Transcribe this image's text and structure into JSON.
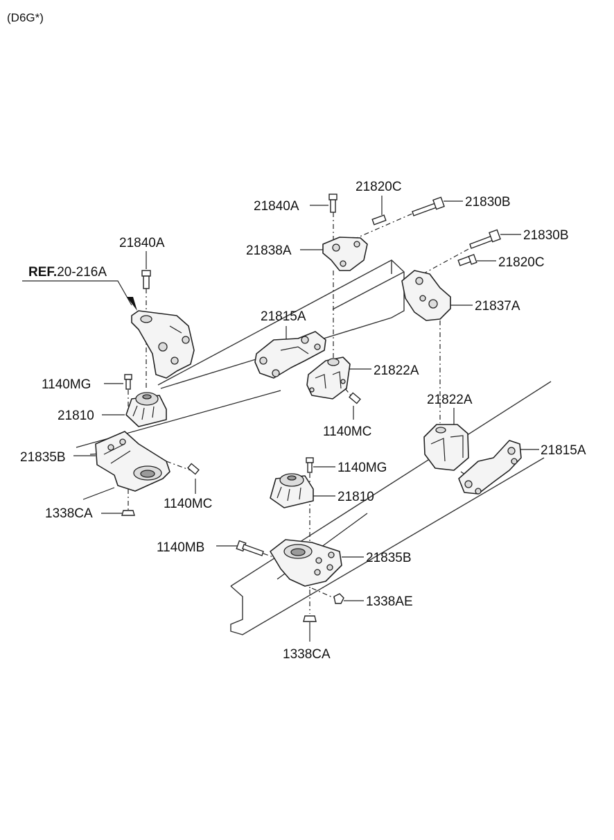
{
  "header": {
    "code": "(D6G*)"
  },
  "ref": {
    "prefix": "REF.",
    "number": "20-216A"
  },
  "labels": {
    "p21840A_top": "21840A",
    "p21820C_top": "21820C",
    "p21830B_top": "21830B",
    "p21838A": "21838A",
    "p21830B_right": "21830B",
    "p21820C_right": "21820C",
    "p21840A_left": "21840A",
    "p21837A": "21837A",
    "p21815A_mid": "21815A",
    "p21822A_mid": "21822A",
    "p1140MG_left": "1140MG",
    "p21810_left": "21810",
    "p21835B_left": "21835B",
    "p1140MC_mid": "1140MC",
    "p21822A_right": "21822A",
    "p21815A_right": "21815A",
    "p1140MG_mid": "1140MG",
    "p1140MC_left": "1140MC",
    "p21810_mid": "21810",
    "p1338CA_left": "1338CA",
    "p1140MB": "1140MB",
    "p21835B_mid": "21835B",
    "p1338AE": "1338AE",
    "p1338CA_bottom": "1338CA"
  }
}
